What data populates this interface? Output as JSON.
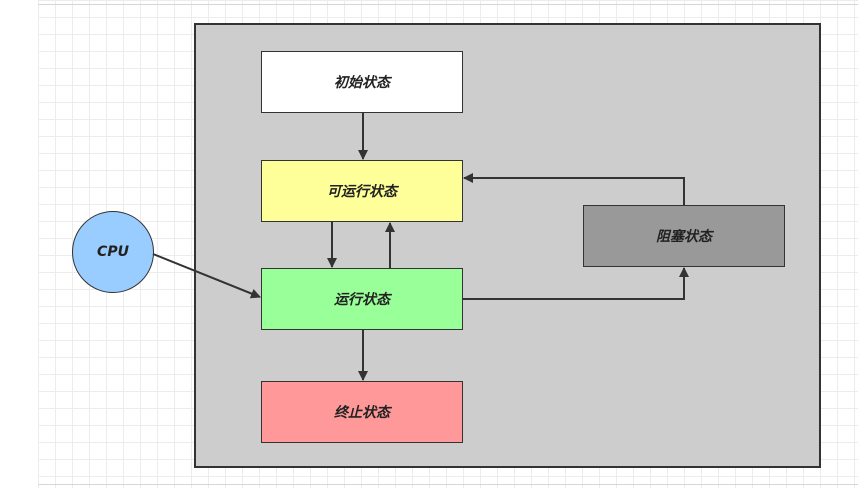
{
  "states": {
    "initial": "初始状态",
    "runnable": "可运行状态",
    "running": "运行状态",
    "terminated": "终止状态",
    "blocked": "阻塞状态"
  },
  "cpu": {
    "label": "CPU"
  },
  "colors": {
    "initial": "#ffffff",
    "runnable": "#ffff99",
    "running": "#99ff99",
    "terminated": "#ff9999",
    "blocked": "#999999",
    "cpu": "#99ccff",
    "container": "#cdcdcd",
    "line": "#333333"
  }
}
